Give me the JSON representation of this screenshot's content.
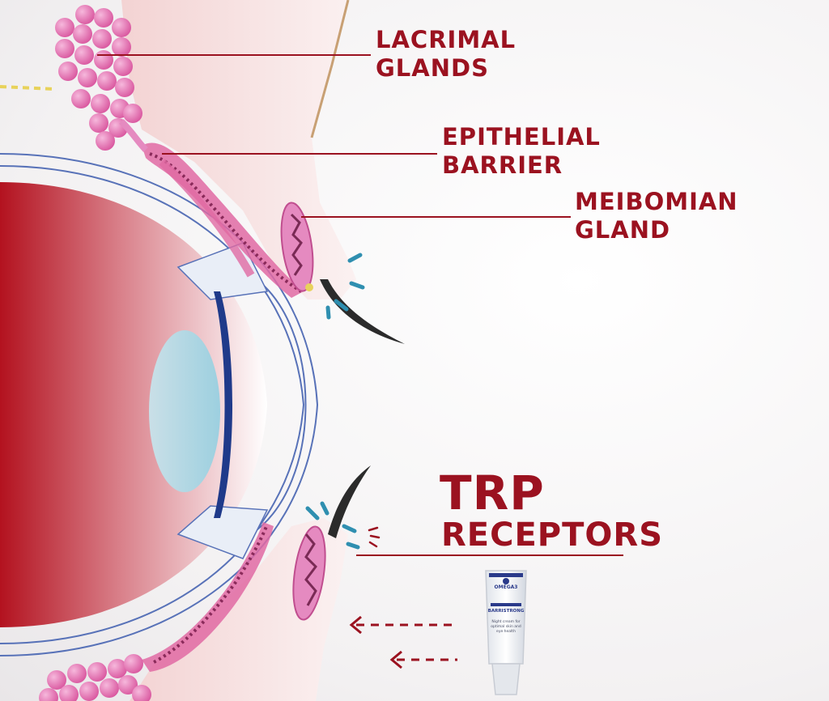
{
  "labels": {
    "lacrimal": [
      "LACRIMAL",
      "GLANDS"
    ],
    "epithelial": [
      "EPITHELIAL",
      "BARRIER"
    ],
    "meibomian": [
      "MEIBOMIAN",
      "GLAND"
    ],
    "trp_title": "TRP",
    "trp_sub": "RECEPTORS"
  },
  "product": {
    "brand": "OMEGA3",
    "name": "BARRISTRONG",
    "tagline": "Night cream for optimal skin and eye health"
  },
  "colors": {
    "label_red": "#9b1220",
    "eye_red": "#b3121f",
    "tissue_pink": "#e06aa3",
    "gland_pink": "#e58ac0",
    "lens_blue": "#a9d9e6",
    "iris_blue": "#1f3a8a",
    "receptor_teal": "#2f8fb0"
  }
}
